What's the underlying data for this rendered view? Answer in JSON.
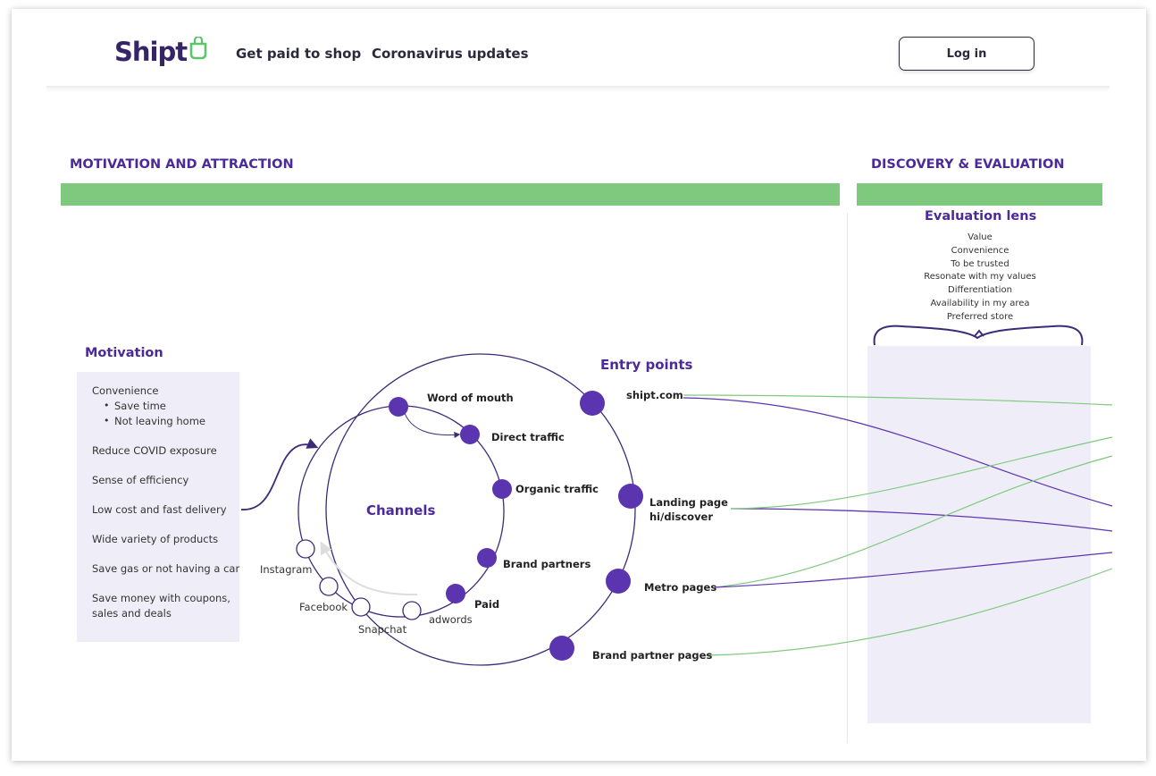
{
  "header": {
    "logo_text": "Shipt",
    "nav": [
      "Get paid to shop",
      "Coronavirus updates"
    ],
    "login_label": "Log in"
  },
  "sections": {
    "left_title": "MOTIVATION AND  ATTRACTION",
    "right_title": "DISCOVERY & EVALUATION"
  },
  "evaluation": {
    "title": "Evaluation lens",
    "items": [
      "Value",
      "Convenience",
      "To be trusted",
      "Resonate with my values",
      "Differentiation",
      "Availability in my area",
      "Preferred store"
    ]
  },
  "motivation": {
    "title": "Motivation",
    "items": [
      {
        "text": "Convenience",
        "subitems": [
          "Save time",
          "Not leaving home"
        ]
      },
      {
        "text": "Reduce COVID exposure"
      },
      {
        "text": "Sense of efficiency"
      },
      {
        "text": "Low cost and fast delivery"
      },
      {
        "text": "Wide variety of products"
      },
      {
        "text": "Save gas or not having a car"
      },
      {
        "text": "Save money with coupons,",
        "line2": "sales and deals"
      }
    ]
  },
  "diagram": {
    "channels_label": "Channels",
    "entry_points_title": "Entry points",
    "channels": [
      "Word of mouth",
      "Direct traffic",
      "Organic traffic",
      "Brand partners",
      "Paid"
    ],
    "paid_subchannels": [
      "Instagram",
      "Facebook",
      "Snapchat",
      "adwords"
    ],
    "entry_points": [
      "shipt.com",
      "Landing page",
      "hi/discover",
      "Metro pages",
      "Brand partner pages"
    ]
  },
  "colors": {
    "purple": "#4b2a9a",
    "node_purple": "#5b34b0",
    "green": "#7fc97f",
    "lavender": "#efeef8"
  }
}
